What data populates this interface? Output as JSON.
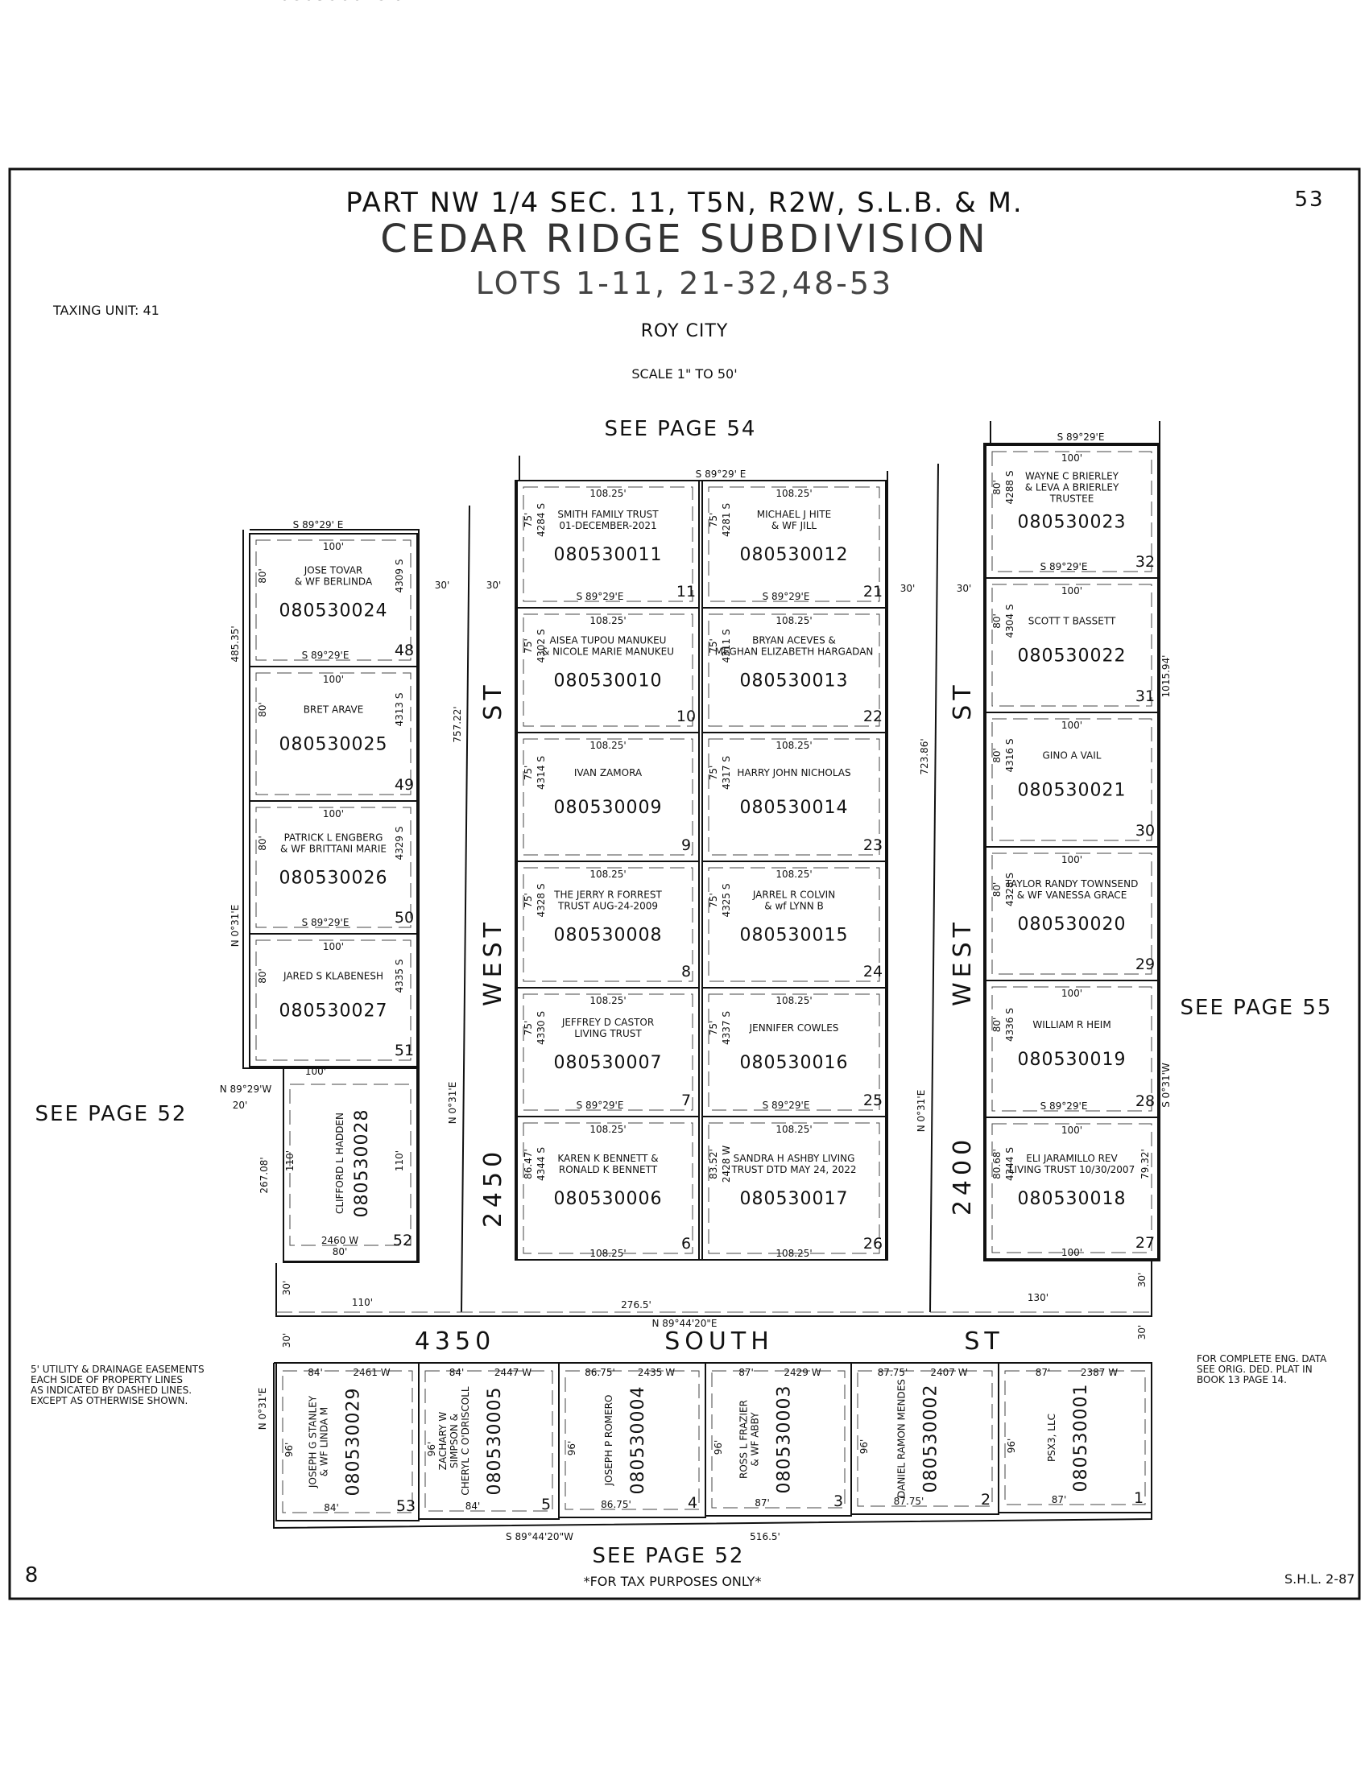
{
  "header": {
    "title_line": "PART NW 1/4 SEC. 11, T5N, R2W, S.L.B. & M.",
    "subdivision": "CEDAR RIDGE SUBDIVISION",
    "lots": "LOTS 1-11, 21-32,48-53",
    "city": "ROY CITY",
    "scale": "SCALE 1\" TO 50'",
    "page_number": "53",
    "taxing_unit": "TAXING UNIT: 41"
  },
  "page_refs": {
    "top": "SEE PAGE 54",
    "left": "SEE PAGE 52",
    "right": "SEE PAGE 55",
    "bottom": "SEE PAGE 52"
  },
  "streets": {
    "st2450_word1": "WEST",
    "st2450_word2": "ST",
    "st2450_num": "2450",
    "st2400_word1": "WEST",
    "st2400_word2": "ST",
    "st2400_num": "2400",
    "south_num": "4350",
    "south_word": "SOUTH",
    "south_st": "ST"
  },
  "notes": {
    "easement": [
      "5' UTILITY & DRAINAGE EASEMENTS",
      "EACH SIDE OF PROPERTY LINES",
      "AS INDICATED BY DASHED LINES.",
      "EXCEPT AS OTHERWISE SHOWN."
    ],
    "eng_data": [
      "FOR COMPLETE ENG. DATA",
      "SEE ORIG. DED. PLAT IN",
      "BOOK 13 PAGE 14."
    ],
    "footer_left": "8",
    "footer_center": "*FOR TAX PURPOSES ONLY*",
    "footer_right": "S.H.L. 2-87"
  },
  "bearings": {
    "b1": "S 89°29' E",
    "b2": "S 89°29' E",
    "b3": "S 89°29'E",
    "n_031e": "N 0°31'E",
    "s_031w": "S 0°31'W",
    "n_8929w": "N 89°29'W",
    "n_894420e": "N 89°44'20\"E",
    "s_894420w": "S 89°44'20\"W"
  },
  "dimensions": {
    "d48535": "485.35'",
    "d75722": "757.22'",
    "d72386": "723.86'",
    "d101594": "1015.94'",
    "d26708": "267.08'",
    "d2765": "276.5'",
    "d5165": "516.5'",
    "d110": "110'",
    "d130": "130'",
    "d30": "30'",
    "d20": "20'"
  },
  "lots_left": [
    {
      "id": "lot48",
      "owner": [
        "JOSE TOVAR",
        "& WF BERLINDA"
      ],
      "parcel": "080530024",
      "lot": "48",
      "addr": "4309 S",
      "top": "100'",
      "side": "80'",
      "bearing": "S 89°29'E"
    },
    {
      "id": "lot49",
      "owner": [
        "BRET ARAVE"
      ],
      "parcel": "080530025",
      "lot": "49",
      "addr": "4313 S",
      "top": "100'",
      "side": "80'"
    },
    {
      "id": "lot50",
      "owner": [
        "PATRICK L ENGBERG",
        "& WF BRITTANI MARIE"
      ],
      "parcel": "080530026",
      "lot": "50",
      "addr": "4329 S",
      "top": "100'",
      "side": "80'",
      "bearing": "S 89°29'E"
    },
    {
      "id": "lot51",
      "owner": [
        "JARED S KLABENESH"
      ],
      "parcel": "080530027",
      "lot": "51",
      "addr": "4335 S",
      "top": "100'",
      "side": "80'"
    },
    {
      "id": "lot52",
      "owner": [
        "CLIFFORD L HADDEN"
      ],
      "parcel": "080530028",
      "lot": "52",
      "addr": "2460 W",
      "top": "100'",
      "side": "80'",
      "depth": "110'"
    }
  ],
  "lots_center_left": [
    {
      "id": "lot11",
      "owner": [
        "SMITH FAMILY TRUST",
        "01-DECEMBER-2021"
      ],
      "parcel": "080530011",
      "lot": "11",
      "addr": "4284 S",
      "top": "108.25'",
      "side": "75'",
      "bearing": "S 89°29'E"
    },
    {
      "id": "lot10",
      "owner": [
        "AISEA TUPOU MANUKEU",
        "& NICOLE MARIE MANUKEU"
      ],
      "parcel": "080530010",
      "lot": "10",
      "addr": "4302 S",
      "top": "108.25'",
      "side": "75'"
    },
    {
      "id": "lot9",
      "owner": [
        "IVAN ZAMORA"
      ],
      "parcel": "080530009",
      "lot": "9",
      "addr": "4314 S",
      "top": "108.25'",
      "side": "75'"
    },
    {
      "id": "lot8",
      "owner": [
        "THE JERRY R FORREST",
        "TRUST AUG-24-2009"
      ],
      "parcel": "080530008",
      "lot": "8",
      "addr": "4328 S",
      "top": "108.25'",
      "side": "75'"
    },
    {
      "id": "lot7",
      "owner": [
        "JEFFREY D CASTOR",
        "LIVING TRUST"
      ],
      "parcel": "080530007",
      "lot": "7",
      "addr": "4330 S",
      "top": "108.25'",
      "side": "75'",
      "bearing": "S 89°29'E"
    },
    {
      "id": "lot6",
      "owner": [
        "KAREN K BENNETT &",
        "RONALD K BENNETT"
      ],
      "parcel": "080530006",
      "lot": "6",
      "addr": "4344 S",
      "top": "108.25'",
      "side": "86.47'",
      "bottom": "108.25'"
    }
  ],
  "lots_center_right": [
    {
      "id": "lot21",
      "owner": [
        "MICHAEL J HITE",
        "& WF JILL"
      ],
      "parcel": "080530012",
      "lot": "21",
      "addr": "4281 S",
      "top": "108.25'",
      "side": "75'",
      "bearing": "S 89°29'E"
    },
    {
      "id": "lot22",
      "owner": [
        "BRYAN ACEVES &",
        "MEGHAN ELIZABETH HARGADAN"
      ],
      "parcel": "080530013",
      "lot": "22",
      "addr": "4311 S",
      "top": "108.25'",
      "side": "75'"
    },
    {
      "id": "lot23",
      "owner": [
        "HARRY JOHN NICHOLAS"
      ],
      "parcel": "080530014",
      "lot": "23",
      "addr": "4317 S",
      "top": "108.25'",
      "side": "75'"
    },
    {
      "id": "lot24",
      "owner": [
        "JARREL R COLVIN",
        "& wf LYNN B"
      ],
      "parcel": "080530015",
      "lot": "24",
      "addr": "4325 S",
      "top": "108.25'",
      "side": "75'"
    },
    {
      "id": "lot25",
      "owner": [
        "JENNIFER COWLES"
      ],
      "parcel": "080530016",
      "lot": "25",
      "addr": "4337 S",
      "top": "108.25'",
      "side": "75'",
      "bearing": "S 89°29'E"
    },
    {
      "id": "lot26",
      "owner": [
        "SANDRA H ASHBY LIVING",
        "TRUST DTD MAY 24, 2022"
      ],
      "parcel": "080530017",
      "lot": "26",
      "addr": "2428 W",
      "top": "108.25'",
      "side": "83.52'",
      "bottom": "108.25'"
    }
  ],
  "lots_right": [
    {
      "id": "lot32",
      "owner": [
        "WAYNE C BRIERLEY",
        "& LEVA A BRIERLEY",
        "TRUSTEE"
      ],
      "parcel": "080530023",
      "lot": "32",
      "addr": "4288 S",
      "top": "100'",
      "side": "80'",
      "bearing": "S 89°29'E"
    },
    {
      "id": "lot31",
      "owner": [
        "SCOTT T BASSETT"
      ],
      "parcel": "080530022",
      "lot": "31",
      "addr": "4304 S",
      "top": "100'",
      "side": "80'"
    },
    {
      "id": "lot30",
      "owner": [
        "GINO A VAIL"
      ],
      "parcel": "080530021",
      "lot": "30",
      "addr": "4316 S",
      "top": "100'",
      "side": "80'"
    },
    {
      "id": "lot29",
      "owner": [
        "TAYLOR RANDY TOWNSEND",
        "& WF VANESSA GRACE"
      ],
      "parcel": "080530020",
      "lot": "29",
      "addr": "4328 S",
      "top": "100'",
      "side": "80'"
    },
    {
      "id": "lot28",
      "owner": [
        "WILLIAM R HEIM"
      ],
      "parcel": "080530019",
      "lot": "28",
      "addr": "4336 S",
      "top": "100'",
      "side": "80'",
      "bearing": "S 89°29'E"
    },
    {
      "id": "lot27",
      "owner": [
        "ELI JARAMILLO REV",
        "LIVING TRUST 10/30/2007"
      ],
      "parcel": "080530018",
      "lot": "27",
      "addr": "4344 S",
      "top": "100'",
      "side": "80.68'",
      "side2": "79.32'",
      "bottom": "100'"
    }
  ],
  "lots_bottom": [
    {
      "id": "lot53",
      "owner": [
        "JOSEPH G STANLEY",
        "& WF LINDA M"
      ],
      "parcel": "080530029",
      "lot": "53",
      "addr": "2461 W",
      "top": "84'",
      "side": "96'",
      "bottom": "84'"
    },
    {
      "id": "lot5",
      "owner": [
        "ZACHARY W",
        "SIMPSON &",
        "CHERYL C O'DRISCOLL"
      ],
      "parcel": "080530005",
      "lot": "5",
      "addr": "2447 W",
      "top": "84'",
      "side": "96'",
      "bottom": "84'"
    },
    {
      "id": "lot4",
      "owner": [
        "JOSEPH P ROMERO"
      ],
      "parcel": "080530004",
      "lot": "4",
      "addr": "2435 W",
      "top": "86.75'",
      "side": "96'",
      "bottom": "86.75'"
    },
    {
      "id": "lot3",
      "owner": [
        "ROSS L FRAZIER",
        "& WF ABBY"
      ],
      "parcel": "080530003",
      "lot": "3",
      "addr": "2429 W",
      "top": "87'",
      "side": "96'",
      "bottom": "87'"
    },
    {
      "id": "lot2",
      "owner": [
        "DANIEL RAMON MENDES"
      ],
      "parcel": "080530002",
      "lot": "2",
      "addr": "2407 W",
      "top": "87.75'",
      "side": "96'",
      "bottom": "87.75'"
    },
    {
      "id": "lot1",
      "owner": [
        "PSX3, LLC"
      ],
      "parcel": "080530001",
      "lot": "1",
      "addr": "2387 W",
      "top": "87'",
      "side": "96'",
      "bottom": "87'"
    }
  ]
}
